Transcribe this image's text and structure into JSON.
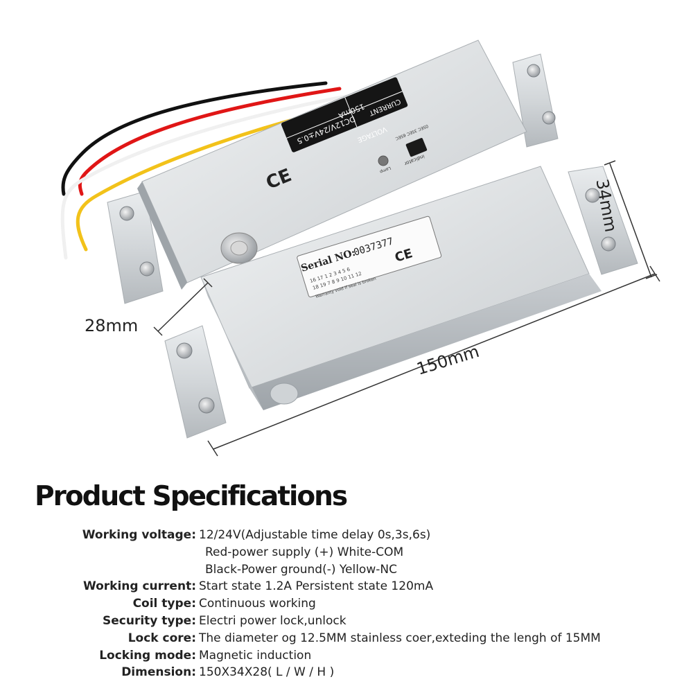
{
  "figure": {
    "label_voltage": "VOLTAGE",
    "label_current": "CURRENT",
    "value_voltage": "DC12V/24V±0.5",
    "value_current": "150mA",
    "ce_mark": "CE",
    "indicator_label": "indicator",
    "lamp_label": "Lamp",
    "delay_labels": "0SEC  3SEC  6SEC",
    "serial_label": "Serial NO:",
    "serial_number": "0037377",
    "seal_row1": [
      "16",
      "17",
      "1",
      "2",
      "3",
      "4",
      "5",
      "6"
    ],
    "seal_row2": [
      "18",
      "19",
      "7",
      "8",
      "9",
      "10",
      "11",
      "12"
    ],
    "warranty_text": "Warranty void if seal is broken",
    "dim_height": "28mm",
    "dim_length": "150mm",
    "dim_width": "34mm",
    "wire_colors": [
      "#111111",
      "#e01616",
      "#f0f0f0",
      "#f2c21a"
    ]
  },
  "specs": {
    "title": "Product Specifications",
    "working_voltage": {
      "label": "Working voltage:",
      "value": "12/24V(Adjustable time delay 0s,3s,6s)",
      "line2": "Red-power supply (+) White-COM",
      "line3": "Black-Power ground(-) Yellow-NC"
    },
    "working_current": {
      "label": "Working current:",
      "value": "Start state 1.2A   Persistent state 120mA"
    },
    "coil_type": {
      "label": "Coil type:",
      "value": "Continuous working"
    },
    "security_type": {
      "label": "Security type:",
      "value": "Electri power lock,unlock"
    },
    "lock_core": {
      "label": "Lock core:",
      "value": "The diameter og 12.5MM stainless coer,exteding the lengh of 15MM"
    },
    "locking_mode": {
      "label": "Locking mode:",
      "value": "Magnetic induction"
    },
    "dimension": {
      "label": "Dimension:",
      "value": "150X34X28( L / W / H )"
    }
  }
}
